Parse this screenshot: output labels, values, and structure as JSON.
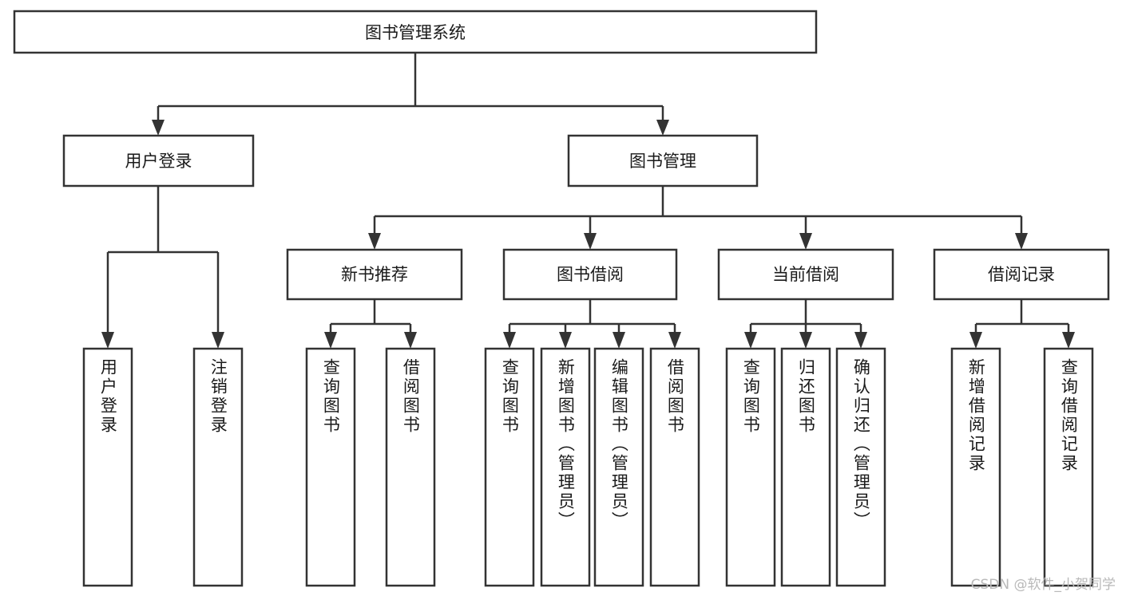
{
  "diagram": {
    "title": "图书管理系统",
    "type": "hierarchy-tree",
    "watermark": "CSDN @软件_小贺同学",
    "colors": {
      "stroke": "#333333",
      "fill": "#ffffff",
      "text": "#1a1a1a",
      "watermark": "#b9b9b9"
    },
    "levels": {
      "root": {
        "label": "图书管理系统"
      },
      "level2": [
        {
          "label": "用户登录"
        },
        {
          "label": "图书管理"
        }
      ],
      "level3": [
        {
          "label": "新书推荐"
        },
        {
          "label": "图书借阅"
        },
        {
          "label": "当前借阅"
        },
        {
          "label": "借阅记录"
        }
      ],
      "leaves": [
        {
          "label": "用户登录",
          "parent": "用户登录"
        },
        {
          "label": "注销登录",
          "parent": "用户登录"
        },
        {
          "label": "查询图书",
          "parent": "新书推荐"
        },
        {
          "label": "借阅图书",
          "parent": "新书推荐"
        },
        {
          "label": "查询图书",
          "parent": "图书借阅"
        },
        {
          "label": "新增图书（管理员）",
          "parent": "图书借阅"
        },
        {
          "label": "编辑图书（管理员）",
          "parent": "图书借阅"
        },
        {
          "label": "借阅图书",
          "parent": "图书借阅"
        },
        {
          "label": "查询图书",
          "parent": "当前借阅"
        },
        {
          "label": "归还图书",
          "parent": "当前借阅"
        },
        {
          "label": "确认归还（管理员）",
          "parent": "当前借阅"
        },
        {
          "label": "新增借阅记录",
          "parent": "借阅记录"
        },
        {
          "label": "查询借阅记录",
          "parent": "借阅记录"
        }
      ]
    }
  }
}
